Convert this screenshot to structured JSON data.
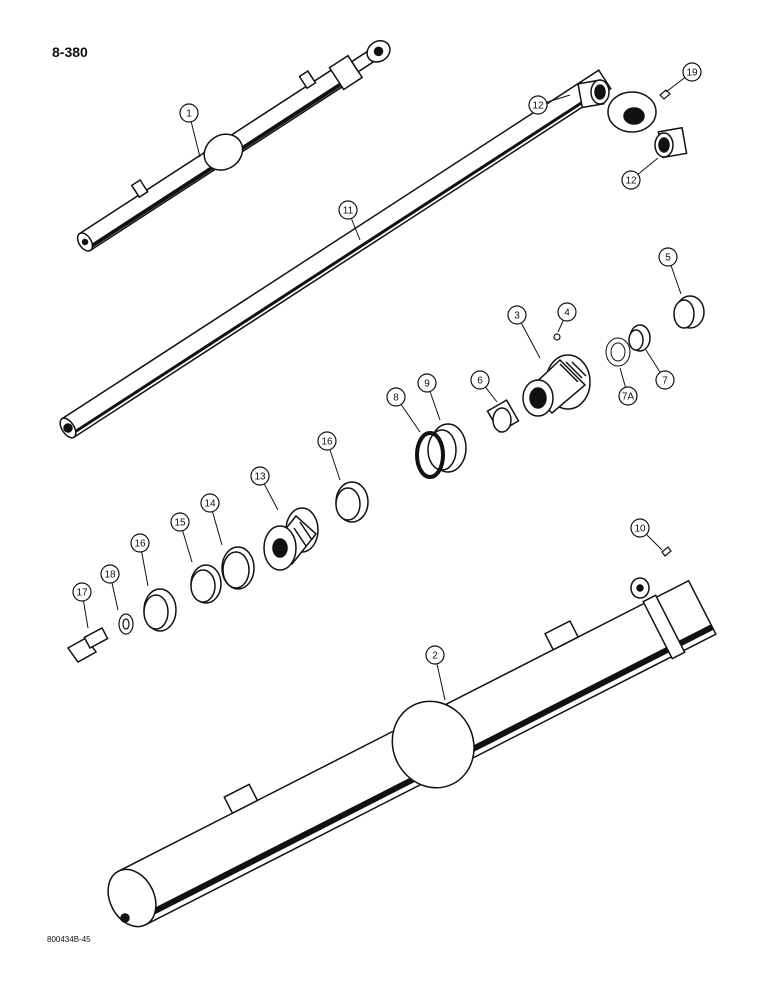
{
  "page": {
    "number": "8-380"
  },
  "figure": {
    "code": "800434B-45"
  },
  "callouts": [
    {
      "id": "1",
      "label": "1"
    },
    {
      "id": "19",
      "label": "19"
    },
    {
      "id": "12a",
      "label": "12"
    },
    {
      "id": "12b",
      "label": "12"
    },
    {
      "id": "11",
      "label": "11"
    },
    {
      "id": "5",
      "label": "5"
    },
    {
      "id": "3",
      "label": "3"
    },
    {
      "id": "4",
      "label": "4"
    },
    {
      "id": "6",
      "label": "6"
    },
    {
      "id": "7",
      "label": "7"
    },
    {
      "id": "7A",
      "label": "7A"
    },
    {
      "id": "8",
      "label": "8"
    },
    {
      "id": "9",
      "label": "9"
    },
    {
      "id": "16a",
      "label": "16"
    },
    {
      "id": "13",
      "label": "13"
    },
    {
      "id": "14",
      "label": "14"
    },
    {
      "id": "15",
      "label": "15"
    },
    {
      "id": "16b",
      "label": "16"
    },
    {
      "id": "18",
      "label": "18"
    },
    {
      "id": "17",
      "label": "17"
    },
    {
      "id": "10",
      "label": "10"
    },
    {
      "id": "2",
      "label": "2"
    }
  ],
  "colors": {
    "ink": "#111111",
    "paper": "#ffffff"
  }
}
